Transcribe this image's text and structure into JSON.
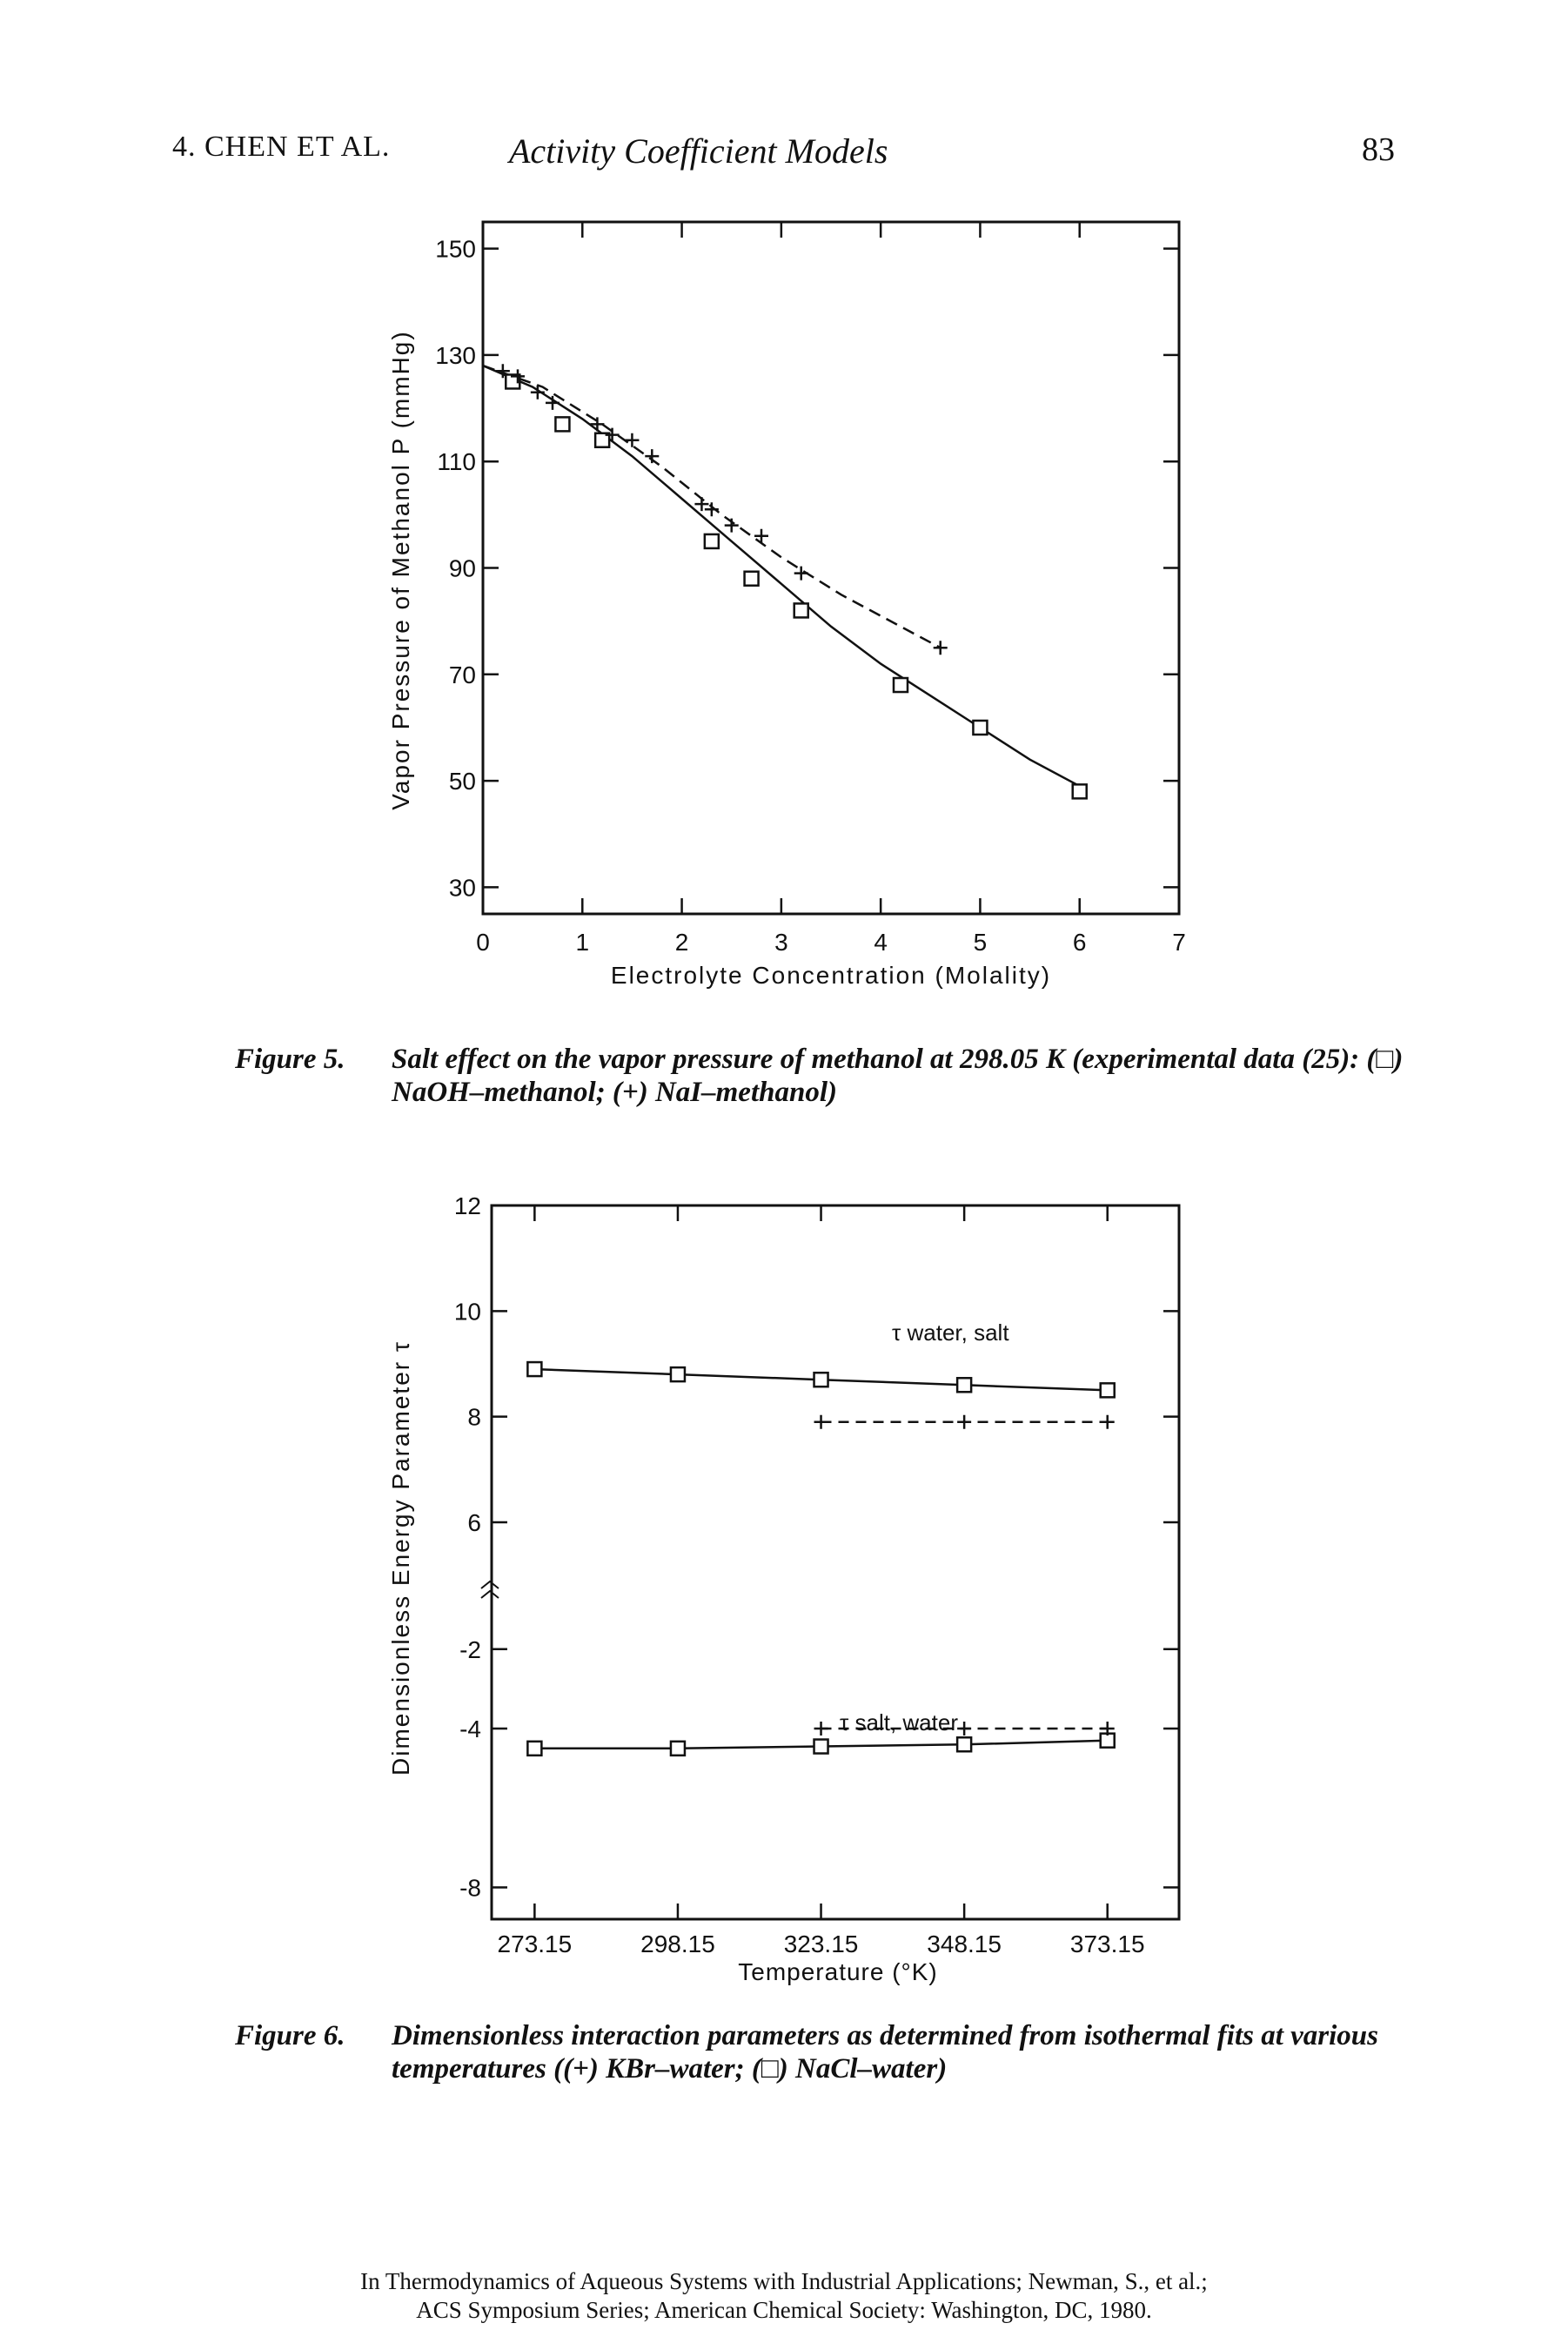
{
  "header": {
    "chapter": "4. CHEN ET AL.",
    "title": "Activity Coefficient Models",
    "page_number": "83"
  },
  "chart_data": [
    {
      "type": "scatter",
      "xlabel": "Electrolyte Concentration (Molality)",
      "ylabel": "Vapor Pressure of Methanol P (mmHg)",
      "x_ticks": [
        "0",
        "1",
        "2",
        "3",
        "4",
        "5",
        "6",
        "7"
      ],
      "y_ticks": [
        "30",
        "50",
        "70",
        "90",
        "110",
        "130",
        "150"
      ],
      "xlim": [
        0,
        7
      ],
      "ylim": [
        25,
        155
      ],
      "series": [
        {
          "marker": "square",
          "points": [
            [
              0.3,
              125
            ],
            [
              0.8,
              117
            ],
            [
              1.2,
              114
            ],
            [
              2.3,
              95
            ],
            [
              2.7,
              88
            ],
            [
              3.2,
              82
            ],
            [
              4.2,
              68
            ],
            [
              5.0,
              60
            ],
            [
              6.0,
              48
            ]
          ],
          "curve": [
            [
              0,
              128
            ],
            [
              0.5,
              124
            ],
            [
              1.0,
              118
            ],
            [
              1.5,
              111
            ],
            [
              2.0,
              103
            ],
            [
              2.5,
              95
            ],
            [
              3.0,
              87
            ],
            [
              3.5,
              79
            ],
            [
              4.0,
              72
            ],
            [
              4.5,
              66
            ],
            [
              5.0,
              60
            ],
            [
              5.5,
              54
            ],
            [
              6.0,
              49
            ]
          ],
          "curve_style": "solid"
        },
        {
          "marker": "plus",
          "points": [
            [
              0.2,
              127
            ],
            [
              0.35,
              126
            ],
            [
              0.55,
              123
            ],
            [
              0.7,
              121
            ],
            [
              1.15,
              117
            ],
            [
              1.3,
              115
            ],
            [
              1.5,
              114
            ],
            [
              1.7,
              111
            ],
            [
              2.2,
              102
            ],
            [
              2.3,
              101
            ],
            [
              2.5,
              98
            ],
            [
              2.8,
              96
            ],
            [
              3.2,
              89
            ],
            [
              4.6,
              75
            ]
          ],
          "curve": [
            [
              0,
              128
            ],
            [
              0.6,
              124
            ],
            [
              1.2,
              117
            ],
            [
              1.8,
              109
            ],
            [
              2.4,
              100
            ],
            [
              3.0,
              92
            ],
            [
              3.6,
              85
            ],
            [
              4.2,
              79
            ],
            [
              4.6,
              75
            ]
          ],
          "curve_style": "dashed"
        }
      ]
    },
    {
      "type": "line",
      "xlabel": "Temperature (°K)",
      "ylabel": "Dimensionless Energy Parameter τ",
      "x": [
        273.15,
        298.15,
        323.15,
        348.15,
        373.15
      ],
      "x_ticks": [
        "273.15",
        "298.15",
        "323.15",
        "348.15",
        "373.15"
      ],
      "y_ticks_upper": [
        "6",
        "8",
        "10",
        "12"
      ],
      "y_ticks_lower": [
        "-8",
        "-4",
        "-2"
      ],
      "ylim_upper": [
        4.5,
        12
      ],
      "ylim_lower": [
        -8.8,
        -0.8
      ],
      "annotations": [
        "τ water, salt",
        "τ salt, water"
      ],
      "series": [
        {
          "group": "upper",
          "marker": "square",
          "style": "solid",
          "values": [
            8.9,
            8.8,
            8.7,
            8.6,
            8.5
          ]
        },
        {
          "group": "upper",
          "marker": "plus",
          "style": "dashed",
          "values": [
            null,
            null,
            7.9,
            7.9,
            7.9
          ]
        },
        {
          "group": "lower",
          "marker": "square",
          "style": "solid",
          "values": [
            -4.5,
            -4.5,
            -4.45,
            -4.4,
            -4.3
          ]
        },
        {
          "group": "lower",
          "marker": "plus",
          "style": "dashed",
          "values": [
            null,
            null,
            -4.0,
            -4.0,
            -4.0
          ]
        }
      ]
    }
  ],
  "figure5": {
    "label": "Figure 5.",
    "caption": "Salt effect on the vapor pressure of methanol at 298.05 K (experimental data (25): (□) NaOH–methanol; (+) NaI–methanol)"
  },
  "figure6": {
    "label": "Figure 6.",
    "caption": "Dimensionless interaction parameters as determined from isothermal fits at various temperatures ((+) KBr–water; (□) NaCl–water)"
  },
  "footer": {
    "line1": "In Thermodynamics of Aqueous Systems with Industrial Applications; Newman, S., et al.;",
    "line2": "ACS Symposium Series; American Chemical Society: Washington, DC, 1980."
  }
}
